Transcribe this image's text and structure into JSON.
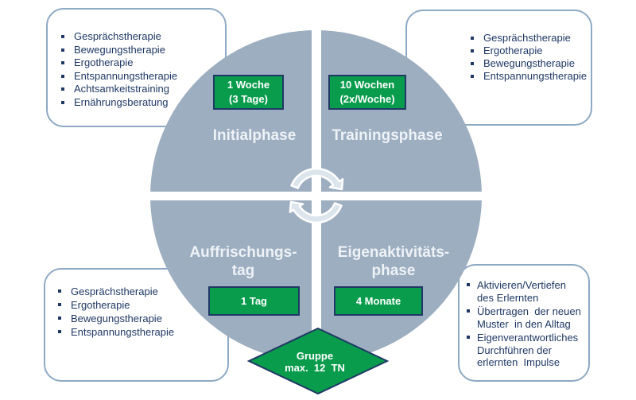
{
  "colors": {
    "circle": "#9DAEC0",
    "green": "#0A9C4D",
    "navy": "#1F3864",
    "box_border": "#8EA9C4",
    "list_text": "#1F3864",
    "title_text": "#EDF2F6",
    "arrow_fill": "#DCE4EC"
  },
  "phases": {
    "initial": {
      "title": "Initialphase",
      "badge": "1 Woche\n(3 Tage)"
    },
    "training": {
      "title": "Trainingsphase",
      "badge": "10 Wochen\n(2x/Woche)"
    },
    "auffrischung": {
      "title": "Auffrischungs-\ntag",
      "badge": "1 Tag"
    },
    "eigenaktivitaet": {
      "title": "Eigenaktivitäts-\nphase",
      "badge": "4 Monate"
    }
  },
  "boxes": {
    "top_left": {
      "items": [
        "Gesprächstherapie",
        "Bewegungstherapie",
        "Ergotherapie",
        "Entspannungstherapie",
        "Achtsamkeitstraining",
        "Ernährungsberatung"
      ]
    },
    "top_right": {
      "items": [
        "Gesprächstherapie",
        "Ergotherapie",
        "Bewegungstherapie",
        "Entspannungstherapie"
      ]
    },
    "bottom_left": {
      "items": [
        "Gesprächstherapie",
        "Ergotherapie",
        "Bewegungstherapie",
        "Entspannungstherapie"
      ]
    },
    "bottom_right": {
      "items": [
        "Aktivieren/Vertiefen\ndes Erlernten",
        "Übertragen  der neuen\nMuster  in den Alltag",
        "Eigenverantwortliches\nDurchführen der\nerlernten  Impulse"
      ]
    }
  },
  "center_diamond": {
    "label": "Gruppe\nmax.  12  TN"
  }
}
